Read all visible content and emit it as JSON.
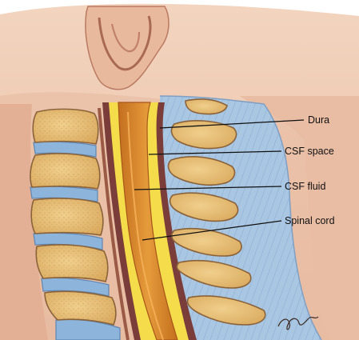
{
  "labels": {
    "dura": "Dura",
    "csf_space": "CSF space",
    "csf_fluid": "CSF fluid",
    "spinal_cord": "Spinal cord"
  },
  "colors": {
    "skin": "#edc7ae",
    "skin_shadow": "#c98b78",
    "bone": "#e7bf76",
    "bone_outline": "#8a6239",
    "disc": "#8fb6dc",
    "ligament": "#a5c3e0",
    "dura": "#7a3d3a",
    "csf": "#f4dc4a",
    "cord": "#d8872c",
    "leader_line": "#111111"
  }
}
